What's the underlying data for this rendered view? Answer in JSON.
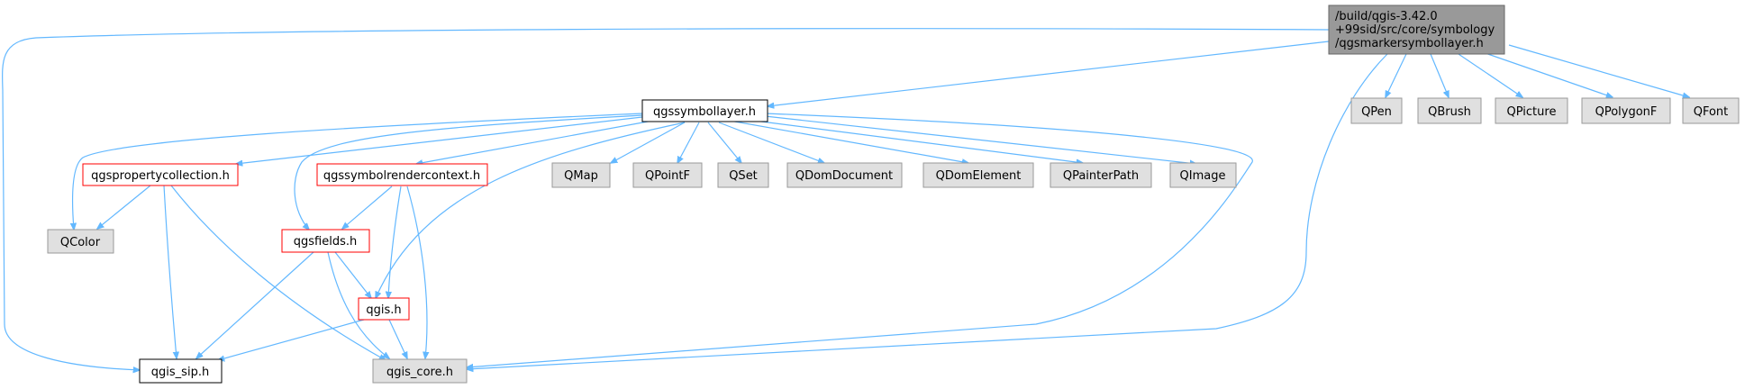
{
  "nodes": {
    "root": {
      "lines": [
        "/build/qgis-3.42.0",
        "+99sid/src/core/symbology",
        "/qgsmarkersymbollayer.h"
      ]
    },
    "symbollayer": {
      "label": "qgssymbollayer.h"
    },
    "qpen": {
      "label": "QPen"
    },
    "qbrush": {
      "label": "QBrush"
    },
    "qpicture": {
      "label": "QPicture"
    },
    "qpolygonf": {
      "label": "QPolygonF"
    },
    "qfont": {
      "label": "QFont"
    },
    "propertycollection": {
      "label": "qgspropertycollection.h"
    },
    "rendercontext": {
      "label": "qgssymbolrendercontext.h"
    },
    "qmap": {
      "label": "QMap"
    },
    "qpointf": {
      "label": "QPointF"
    },
    "qset": {
      "label": "QSet"
    },
    "qdomdocument": {
      "label": "QDomDocument"
    },
    "qdomelement": {
      "label": "QDomElement"
    },
    "qpainterpath": {
      "label": "QPainterPath"
    },
    "qimage": {
      "label": "QImage"
    },
    "qcolor": {
      "label": "QColor"
    },
    "qgsfields": {
      "label": "qgsfields.h"
    },
    "qgis": {
      "label": "qgis.h"
    },
    "qgis_sip": {
      "label": "qgis_sip.h"
    },
    "qgis_core": {
      "label": "qgis_core.h"
    }
  },
  "colors": {
    "root_fill": "#999999",
    "root_stroke": "#666666",
    "gray_fill": "#e0e0e0",
    "gray_stroke": "#999999",
    "red_stroke": "#ff0000",
    "doc_stroke": "#000000",
    "edge": "#63b8ff"
  }
}
